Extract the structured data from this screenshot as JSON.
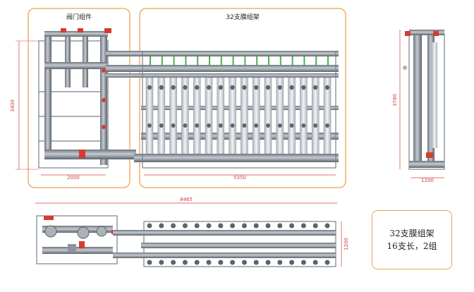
{
  "labels": {
    "valve_group": "阀门组件",
    "membrane_rack": "32支膜组架"
  },
  "dimensions": {
    "front_height": "3400",
    "valve_width": "2000",
    "rack_width": "5350",
    "side_height": "3780",
    "side_width": "1200",
    "top_total_width": "8465",
    "top_depth": "1200"
  },
  "note": {
    "line1": "32支膜组架",
    "line2": "16支长，2组"
  },
  "colors": {
    "outline_box": "#f0a050",
    "dimension": "#d0413a",
    "pipe": "#8d949c",
    "pipe_dark": "#5c636b",
    "valve_red": "#d83a32",
    "membrane_green": "#4caf50"
  }
}
